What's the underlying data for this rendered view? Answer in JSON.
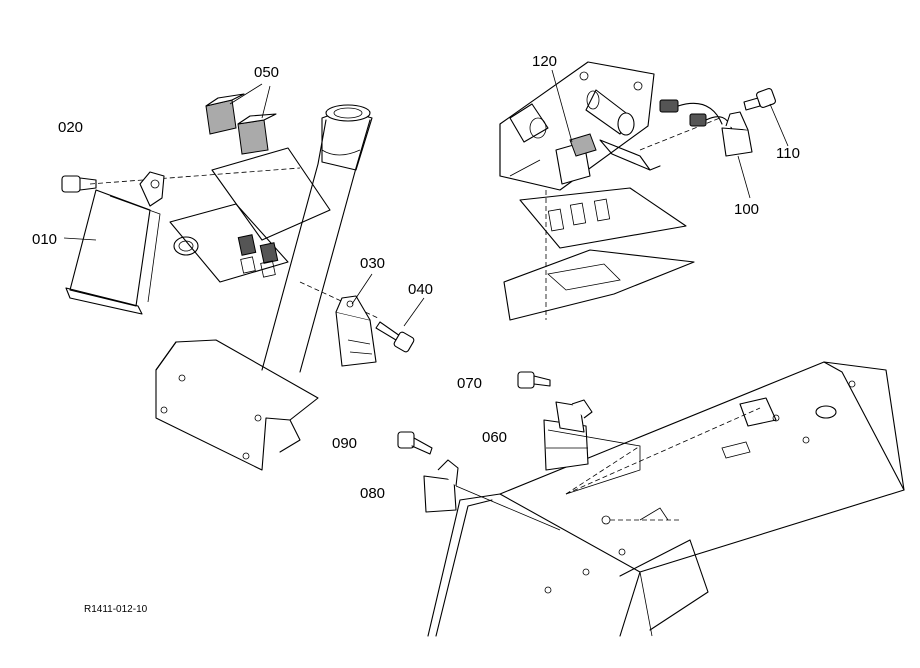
{
  "parts": [
    {
      "key": "p010",
      "label": "010"
    },
    {
      "key": "p020",
      "label": "020"
    },
    {
      "key": "p030",
      "label": "030"
    },
    {
      "key": "p040",
      "label": "040"
    },
    {
      "key": "p050",
      "label": "050"
    },
    {
      "key": "p060",
      "label": "060"
    },
    {
      "key": "p070",
      "label": "070"
    },
    {
      "key": "p080",
      "label": "080"
    },
    {
      "key": "p090",
      "label": "090"
    },
    {
      "key": "p100",
      "label": "100"
    },
    {
      "key": "p110",
      "label": "110"
    },
    {
      "key": "p120",
      "label": "120"
    }
  ],
  "figure_code": "R1411-012-10"
}
